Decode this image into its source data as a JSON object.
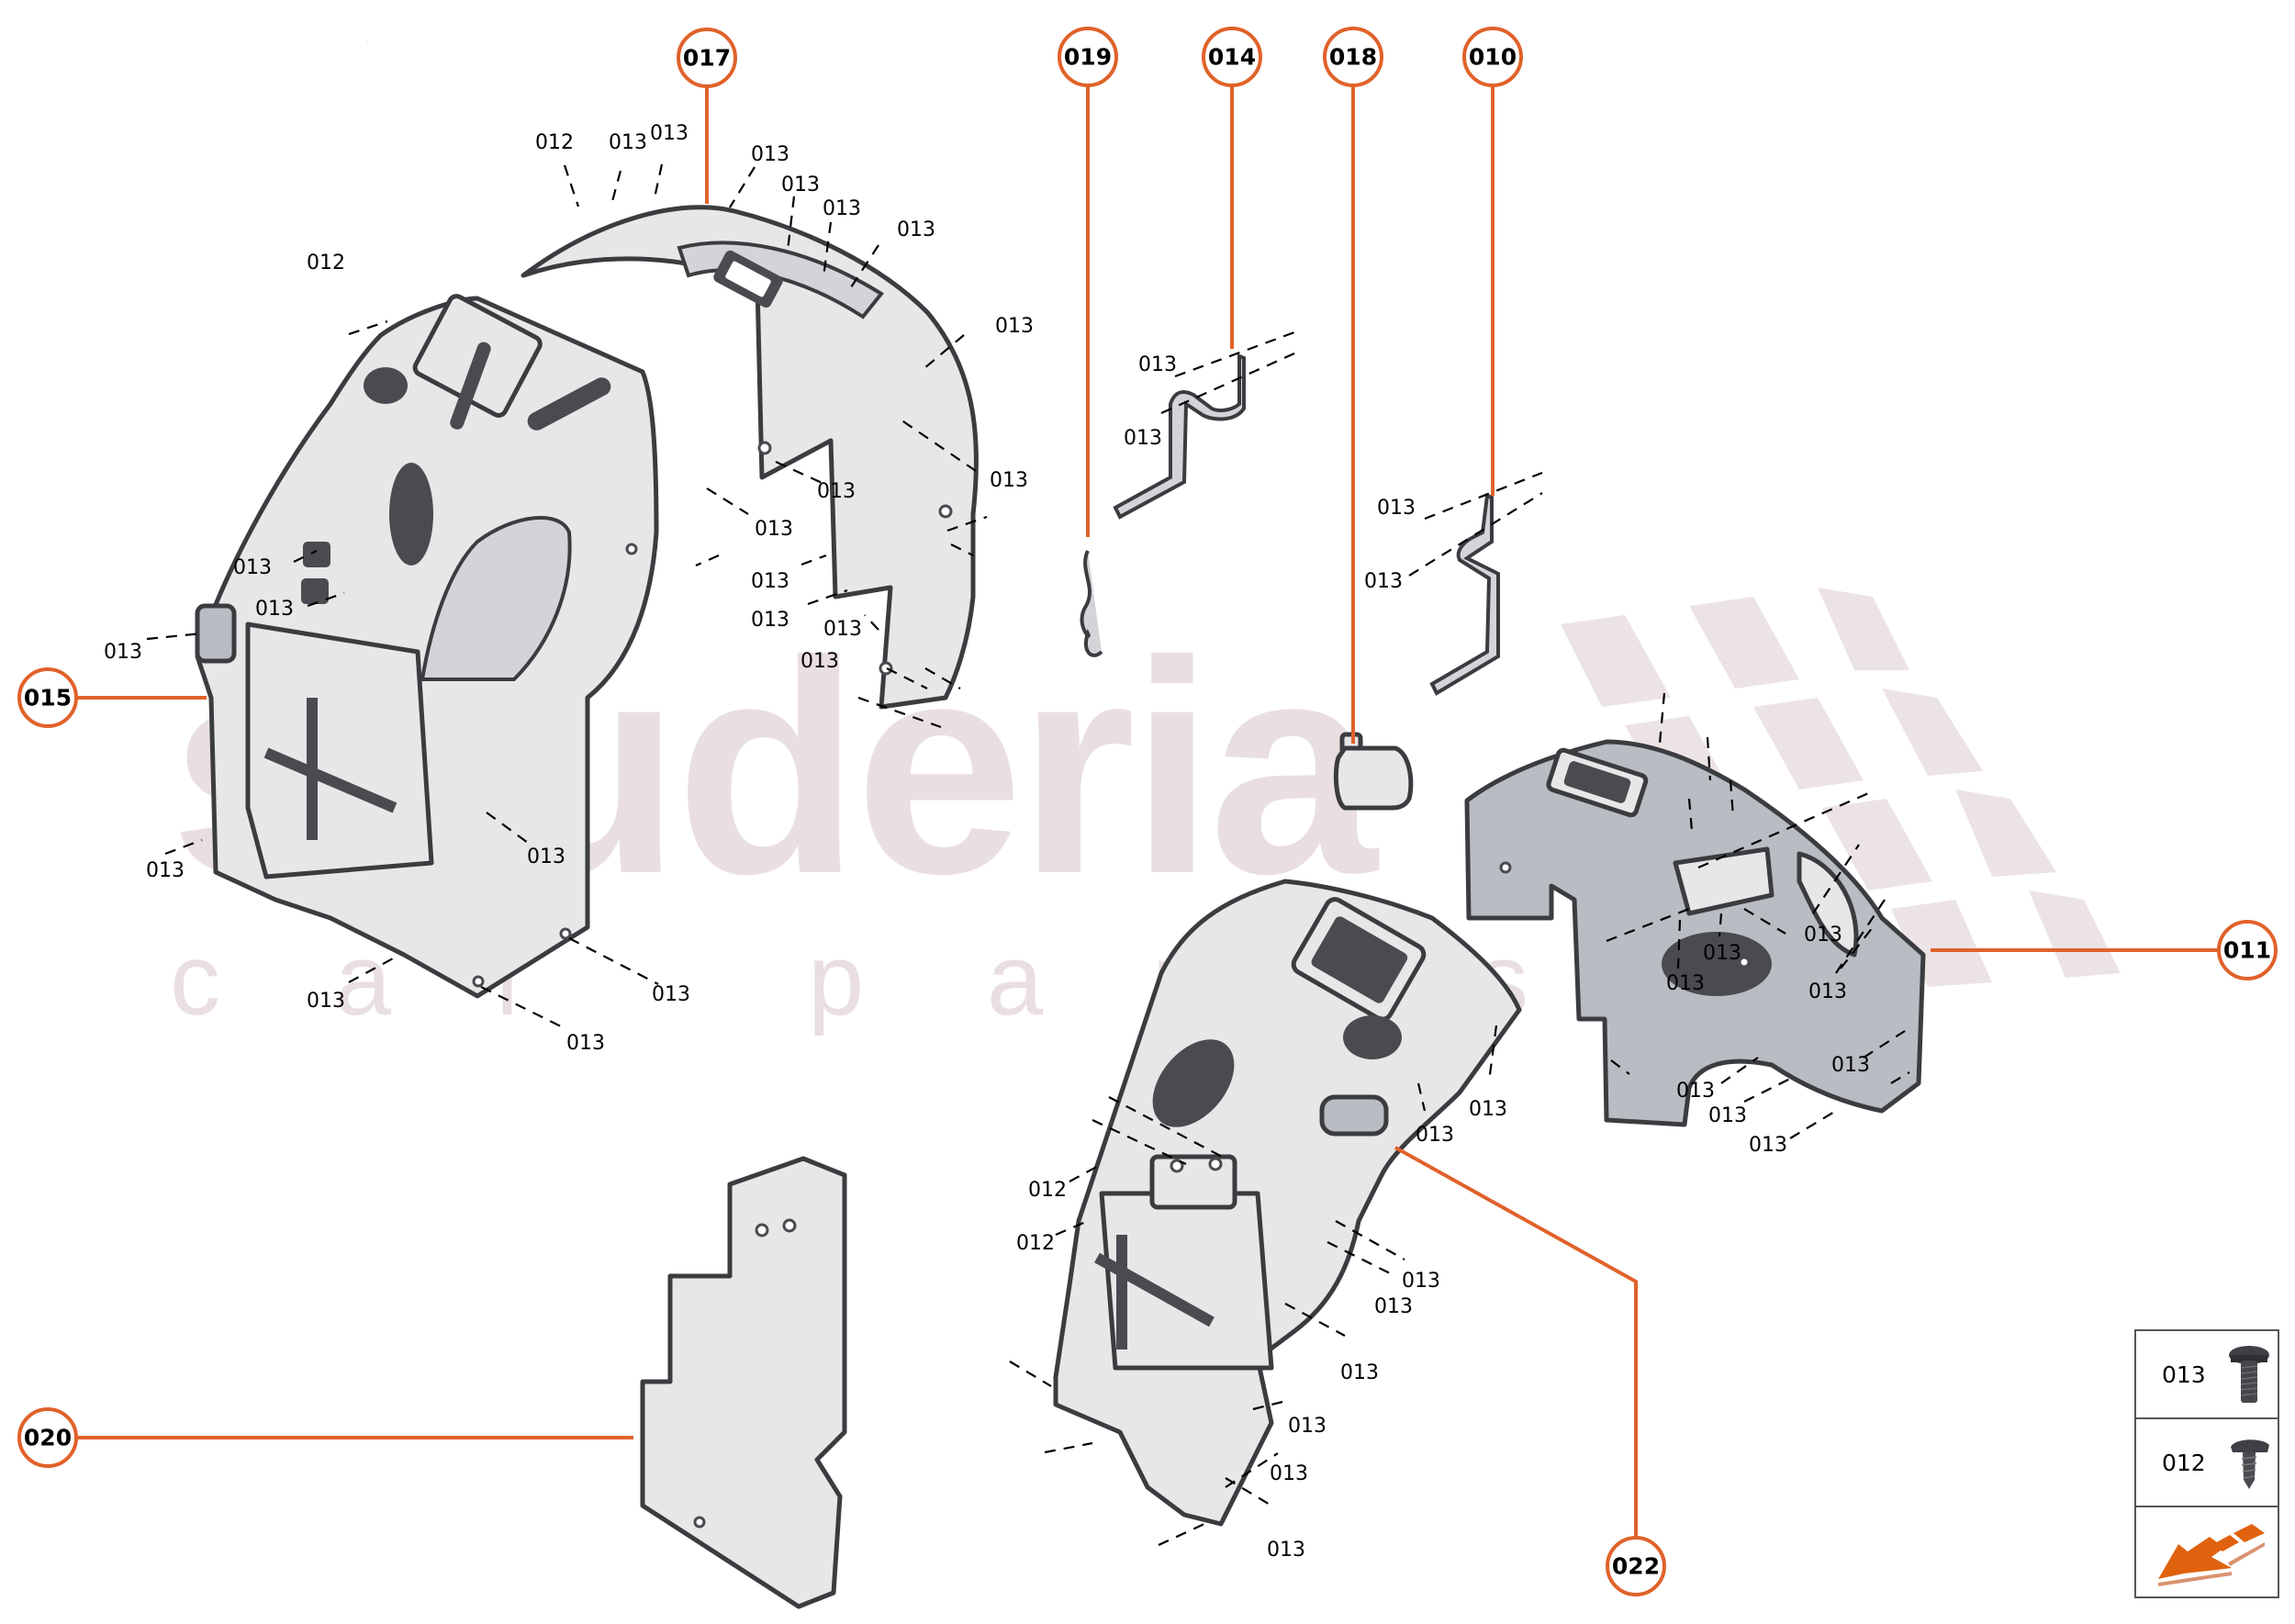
{
  "diagram": {
    "watermark": {
      "brand": "scuderia",
      "subtitle_letters": [
        "c",
        "a",
        "r",
        "p",
        "a",
        "r",
        "t",
        "s"
      ]
    },
    "accent_color": "#e0622a",
    "callouts": [
      {
        "id": "017",
        "label": "017"
      },
      {
        "id": "019",
        "label": "019"
      },
      {
        "id": "014",
        "label": "014"
      },
      {
        "id": "018",
        "label": "018"
      },
      {
        "id": "010",
        "label": "010"
      },
      {
        "id": "015",
        "label": "015"
      },
      {
        "id": "011",
        "label": "011"
      },
      {
        "id": "020",
        "label": "020"
      },
      {
        "id": "022",
        "label": "022"
      }
    ],
    "fastener_labels": {
      "screw": "013",
      "self_tapping_screw": "012"
    },
    "legend": [
      {
        "code": "013",
        "icon": "flange-bolt-icon"
      },
      {
        "code": "012",
        "icon": "self-tapping-screw-icon"
      },
      {
        "code": "",
        "icon": "orientation-arrow-icon"
      }
    ]
  }
}
